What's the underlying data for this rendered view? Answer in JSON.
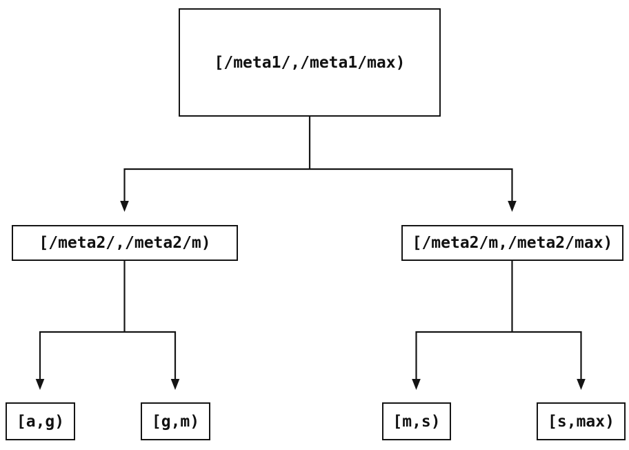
{
  "diagram": {
    "description": "binary tree of key ranges",
    "colors": {
      "background": "#ffffff",
      "line": "#141414",
      "text": "#111111"
    },
    "nodes": {
      "root": {
        "label": "[/meta1/,/meta1/max)"
      },
      "left_child": {
        "label": "[/meta2/,/meta2/m)"
      },
      "right_child": {
        "label": "[/meta2/m,/meta2/max)"
      },
      "leaf_a_g": {
        "label": "[a,g)"
      },
      "leaf_g_m": {
        "label": "[g,m)"
      },
      "leaf_m_s": {
        "label": "[m,s)"
      },
      "leaf_s_max": {
        "label": "[s,max)"
      }
    },
    "edges": [
      {
        "from": "root",
        "to": "left_child"
      },
      {
        "from": "root",
        "to": "right_child"
      },
      {
        "from": "left_child",
        "to": "leaf_a_g"
      },
      {
        "from": "left_child",
        "to": "leaf_g_m"
      },
      {
        "from": "right_child",
        "to": "leaf_m_s"
      },
      {
        "from": "right_child",
        "to": "leaf_s_max"
      }
    ]
  }
}
